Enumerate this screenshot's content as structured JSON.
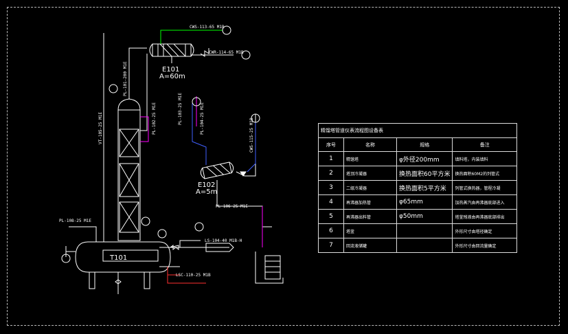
{
  "equipment": {
    "e101": {
      "tag": "E101",
      "area": "A=60m"
    },
    "e102": {
      "tag": "E102",
      "area": "A=5m"
    },
    "t101": {
      "tag": "T101"
    }
  },
  "lines": {
    "cws_113": "CWS-113-65 M1B",
    "cwr_114": "CWR-114-65 M1B",
    "vt_105": "VT-105-25 M1E",
    "pl_top": "PL-101-200 M1E",
    "pl_102": "PL-102-25 M1E",
    "pl_103": "PL-103-25 M1E",
    "pl_104": "PL-104-25 M1E",
    "cws_right": "CWS-115-25 M1B",
    "pl_106_mid": "PL-106-25 M1E",
    "pl_left": "PL-108-25 M1E",
    "ls_104": "LS-104-40 M1B-H",
    "lsc_110": "LSC-110-25 M1B"
  },
  "table": {
    "title": "精馏塔管道仪表流程图设备表",
    "headers": [
      "序号",
      "名称",
      "规格",
      "备注"
    ],
    "rows": [
      {
        "no": "1",
        "name": "精馏塔",
        "spec": "φ外径200mm",
        "note": "填料塔，内装填料"
      },
      {
        "no": "2",
        "name": "塔顶冷凝器",
        "spec": "换热面积60平方米",
        "note": "换热面积60M2的列管式"
      },
      {
        "no": "3",
        "name": "二级冷凝器",
        "spec": "换热面积5平方米",
        "note": "列管式换热器，管程冷凝"
      },
      {
        "no": "4",
        "name": "再沸器加热管",
        "spec": "φ65mm",
        "note": "加热蒸汽由再沸器底部进入"
      },
      {
        "no": "5",
        "name": "再沸器出料管",
        "spec": "φ50mm",
        "note": "塔釜残液由再沸器底部排出"
      },
      {
        "no": "6",
        "name": "塔釜",
        "spec": "",
        "note": "外形尺寸由塔径确定"
      },
      {
        "no": "7",
        "name": "回流液储罐",
        "spec": "",
        "note": "外形尺寸由回流量确定"
      }
    ]
  },
  "colors": {
    "line": "#ffffff",
    "cooling_water": "#00ff00",
    "process": "#ff00ff",
    "steam": "#ff3030",
    "instrument": "#4060ff",
    "text": "#ffffff"
  }
}
